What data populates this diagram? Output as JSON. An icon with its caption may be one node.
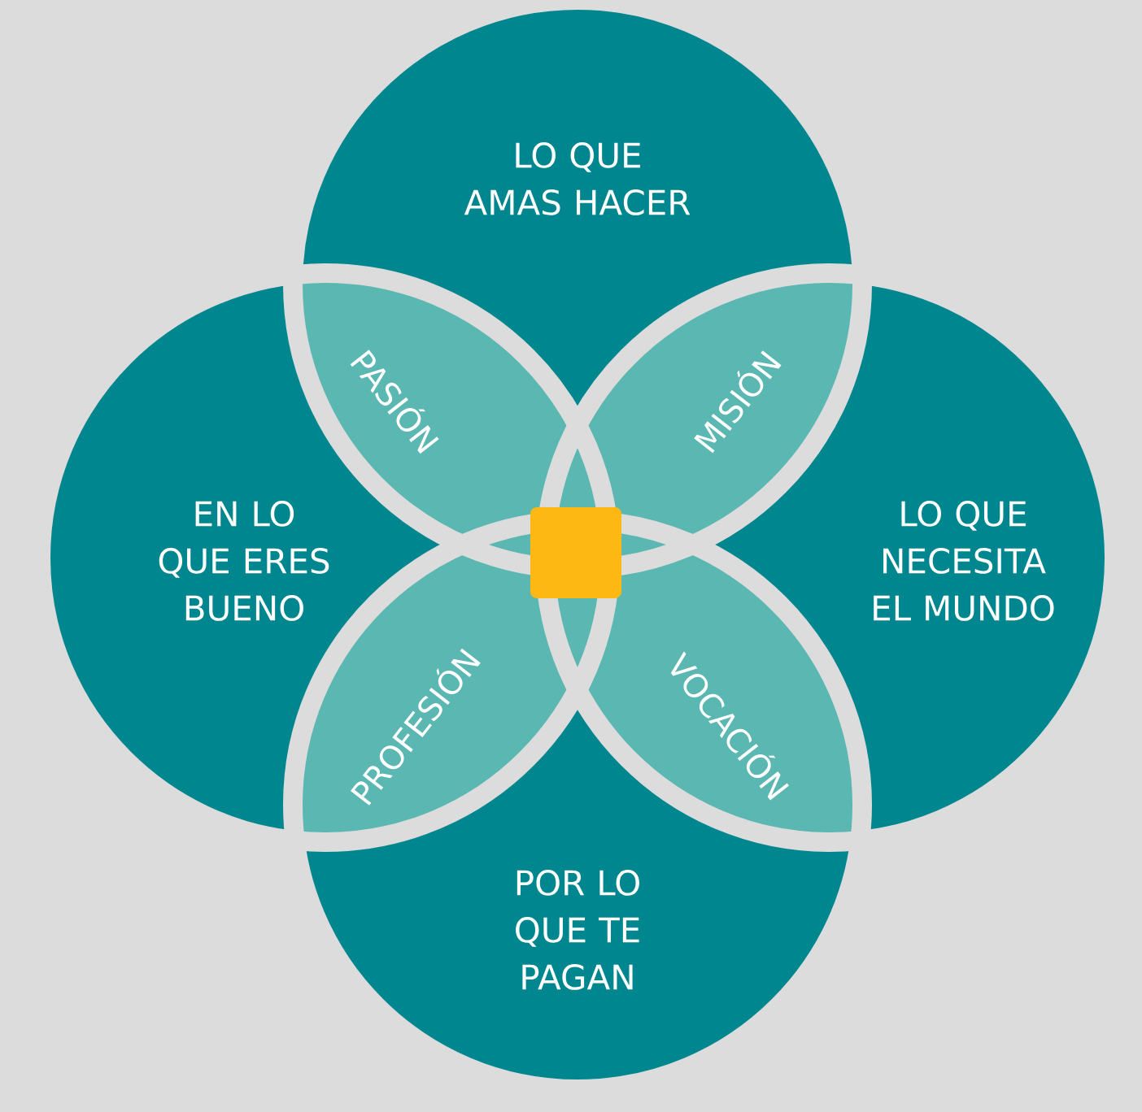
{
  "diagram": {
    "nodes": [
      {
        "text": [
          "LO QUE AMAS HACER"
        ]
      },
      {
        "text": [
          "EN LO QUE ERES BUENO"
        ]
      },
      {
        "text": [
          "LO QUE NECESITA EL MUNDO"
        ]
      },
      {
        "text": [
          "POR LO QUE TE PAGAN"
        ]
      },
      {
        "text": [
          "PASIÓN"
        ]
      },
      {
        "text": [
          "MISIÓN"
        ]
      },
      {
        "text": [
          "PROFESIÓN"
        ]
      },
      {
        "text": [
          "VOCACIÓN"
        ]
      },
      {
        "text": [],
        "shape": "box"
      }
    ]
  }
}
